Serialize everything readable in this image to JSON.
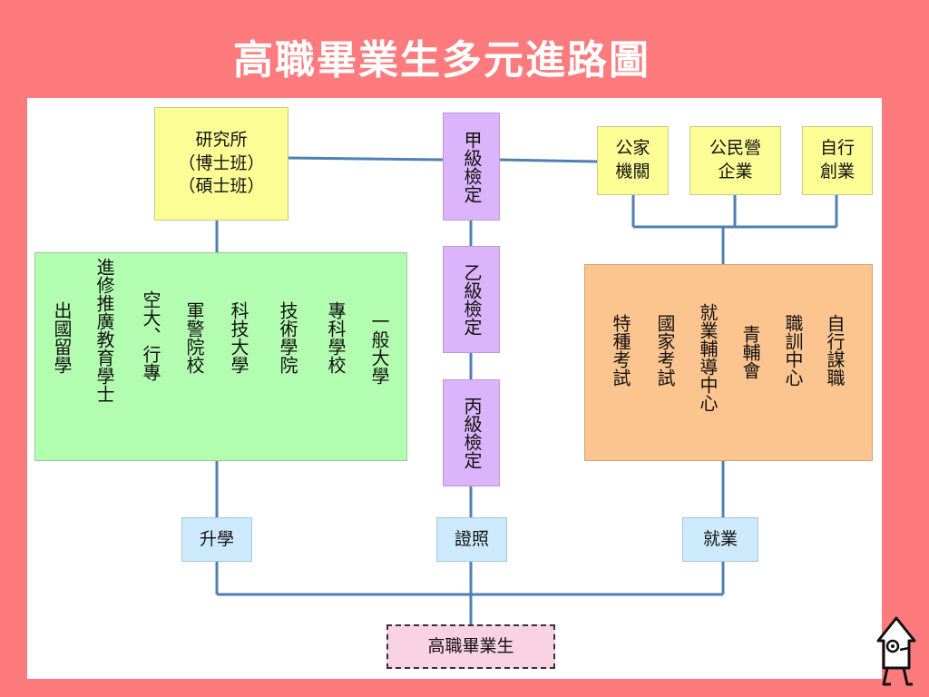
{
  "title": "高職畢業生多元進路圖",
  "nodes": {
    "graduate_school": "研究所\n（博士班）\n（碩士班）",
    "grade_a": "甲級檢定",
    "grade_b": "乙級檢定",
    "grade_c": "丙級檢定",
    "public_agency": "公家\n機關",
    "enterprise": "公民營\n企業",
    "self_employed": "自行\n創業",
    "further_study": "升學",
    "certificate": "證照",
    "employment": "就業",
    "vocational_graduate": "高職畢業生"
  },
  "study_paths": [
    "一般大學",
    "專科學校",
    "技術學院",
    "科技大學",
    "軍警院校",
    "空大、行專",
    "進修推廣教育學士",
    "出國留學"
  ],
  "job_paths": [
    "自行謀職",
    "職訓中心",
    "青輔會",
    "就業輔導中心",
    "國家考試",
    "特種考試"
  ],
  "colors": {
    "background": "#fd7a7d",
    "line": "#4f7fb3",
    "yellow": "#fdfd96",
    "purple": "#dcb4fb",
    "green": "#b3fdb0",
    "orange": "#fcc48e",
    "blue": "#cdeafc",
    "pink": "#fad3e2"
  },
  "icons": {
    "mascot": "mascot-icon"
  }
}
